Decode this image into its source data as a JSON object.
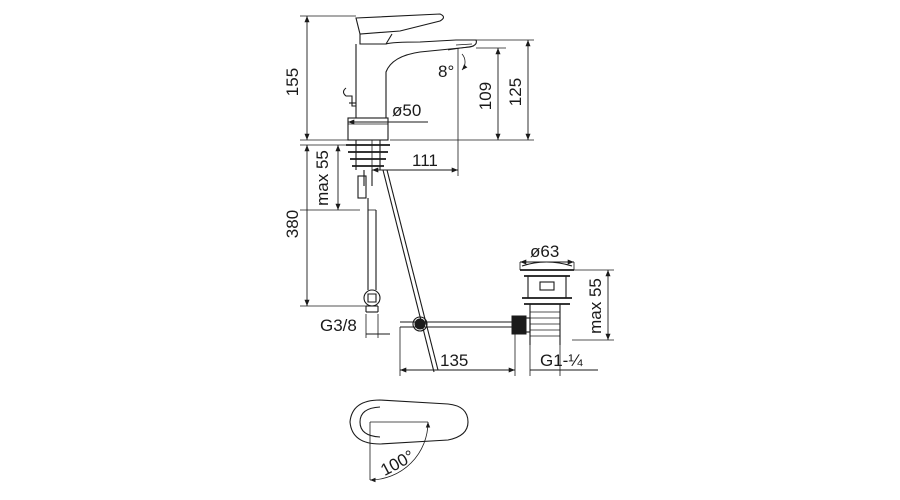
{
  "dimensions": {
    "overall_height": "155",
    "spout_height": "125",
    "outlet_height": "109",
    "spout_angle": "8°",
    "body_diameter": "ø50",
    "spout_reach": "111",
    "max_deck_thickness": "max 55",
    "hose_length": "380",
    "inlet_thread": "G3/8",
    "rod_length": "135",
    "waste_diameter": "ø63",
    "waste_max_thickness": "max 55",
    "waste_thread": "G1-¼",
    "lever_rotation": "100°"
  }
}
